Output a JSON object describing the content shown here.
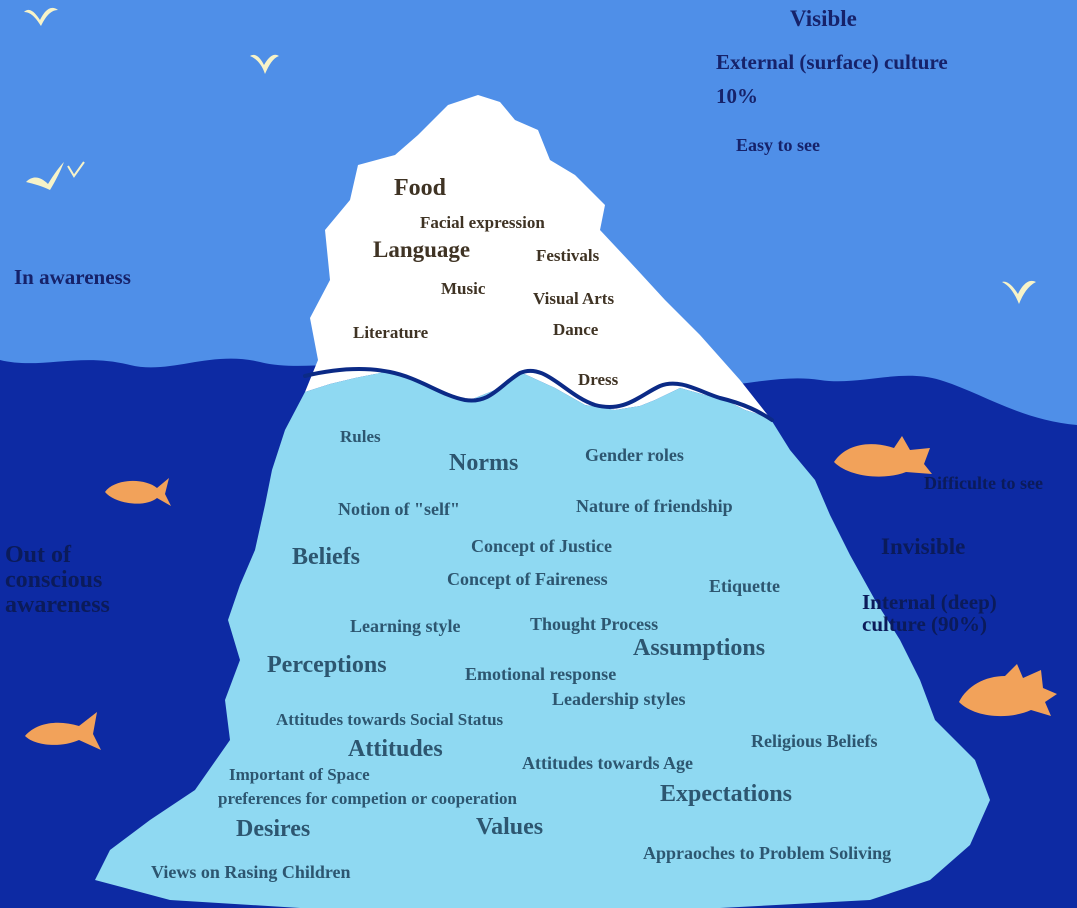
{
  "colors": {
    "sky": "#4f8fe8",
    "ocean": "#0d2aa3",
    "iceberg_tip": "#ffffff",
    "iceberg_submerged": "#8fd9f2",
    "waterline": "#0b2a86",
    "fish": "#f2a25a",
    "bird": "#f7f3c8"
  },
  "icons": [
    "bird-icon",
    "fish-icon"
  ],
  "above_water": {
    "visible": "Visible",
    "external": "External (surface) culture",
    "percent": "10%",
    "easy": "Easy to see",
    "awareness": "In awareness"
  },
  "tip_items": {
    "food": "Food",
    "facial": "Facial expression",
    "language": "Language",
    "festivals": "Festivals",
    "music": "Music",
    "visual_arts": "Visual Arts",
    "literature": "Literature",
    "dance": "Dance",
    "dress": "Dress"
  },
  "below_water": {
    "difficult": "Difficulte to see",
    "invisible": "Invisible",
    "internal": "Internal (deep) culture (90%)",
    "conscious": "Out of conscious awareness"
  },
  "deep_items": {
    "rules": "Rules",
    "norms": "Norms",
    "gender_roles": "Gender roles",
    "self": "Notion of \"self\"",
    "friendship": "Nature of friendship",
    "beliefs": "Beliefs",
    "justice": "Concept of Justice",
    "fairness": "Concept of Faireness",
    "etiquette": "Etiquette",
    "learning": "Learning style",
    "thought": "Thought Process",
    "assumptions": "Assumptions",
    "perceptions": "Perceptions",
    "emotional": "Emotional response",
    "leadership": "Leadership styles",
    "social_status": "Attitudes towards Social Status",
    "attitudes": "Attitudes",
    "religious": "Religious Beliefs",
    "space": "Important of Space",
    "age": "Attitudes towards Age",
    "competition": "preferences for competion or cooperation",
    "expectations": "Expectations",
    "desires": "Desires",
    "values": "Values",
    "problem_solving": "Appraoches to Problem Soliving",
    "raising_children": "Views on Rasing Children"
  }
}
